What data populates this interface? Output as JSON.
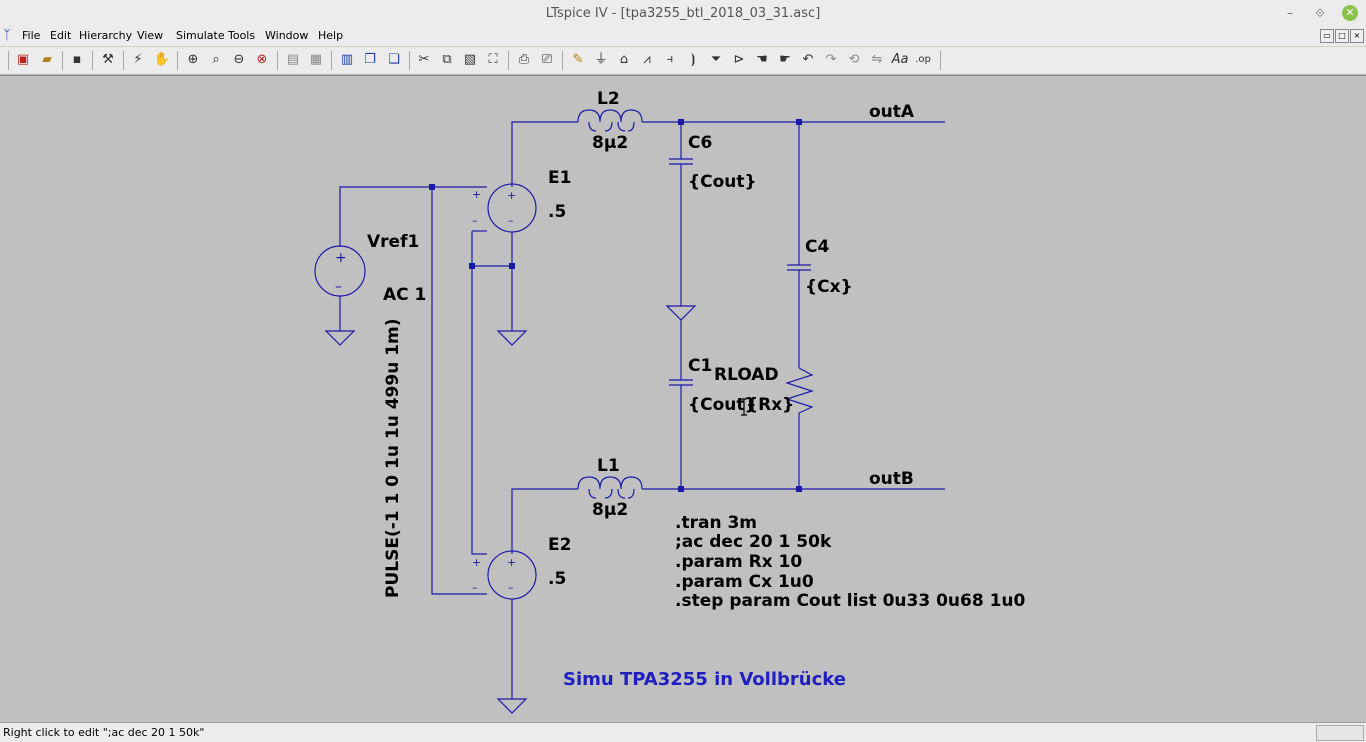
{
  "window": {
    "title": "LTspice IV - [tpa3255_btl_2018_03_31.asc]"
  },
  "menu": [
    "File",
    "Edit",
    "Hierarchy",
    "View",
    "Simulate",
    "Tools",
    "Window",
    "Help"
  ],
  "schematic": {
    "labels": {
      "l2_name": "L2",
      "l2_value": "8μ2",
      "l1_name": "L1",
      "l1_value": "8μ2",
      "c6_name": "C6",
      "c6_value": "{Cout}",
      "c1_name": "C1",
      "c1_value": "{Cout}",
      "c4_name": "C4",
      "c4_value": "{Cx}",
      "rload_name": "RLOAD",
      "rload_value": "{Rx}",
      "e1_name": "E1",
      "e1_value": ".5",
      "e2_name": "E2",
      "e2_value": ".5",
      "vref_name": "Vref1",
      "vref_ac": "AC 1",
      "vref_pulse": "PULSE(-1 1 0 1u 1u 499u 1m)",
      "net_outA": "outA",
      "net_outB": "outB"
    },
    "directives": [
      ".tran 3m",
      ";ac dec 20 1 50k",
      ".param Rx 10",
      ".param Cx 1u0",
      ".step param Cout list 0u33 0u68 1u0"
    ],
    "comment": "Simu TPA3255 in Vollbrücke"
  },
  "status": {
    "message": "Right click to edit \";ac dec 20 1 50k\""
  },
  "colors": {
    "wire": "#1a1aa8",
    "canvas": "#c0c0c0",
    "comment": "#2020c0"
  }
}
